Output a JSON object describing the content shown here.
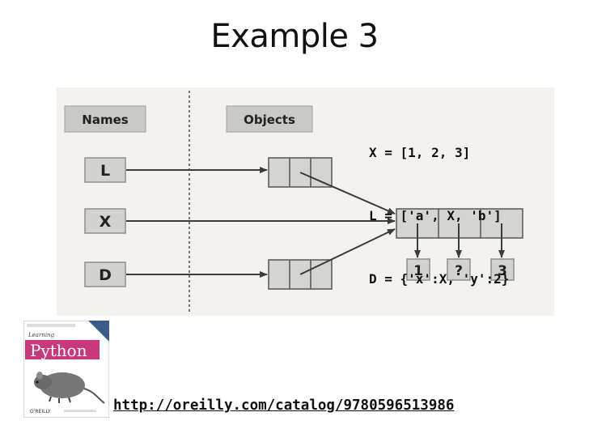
{
  "slide": {
    "title": "Example 3",
    "url": "http://oreilly.com/catalog/9780596513986"
  },
  "code": {
    "lines": [
      "X = [1, 2, 3]",
      "L = ['a', X, 'b']",
      "D = {'x':X, 'y':2}"
    ]
  },
  "diagram": {
    "names_heading": "Names",
    "objects_heading": "Objects",
    "names": [
      "L",
      "X",
      "D"
    ],
    "values": [
      "1",
      "?",
      "3"
    ]
  },
  "book": {
    "small_title": "Learning",
    "title": "Python",
    "publisher": "O'REILLY"
  }
}
